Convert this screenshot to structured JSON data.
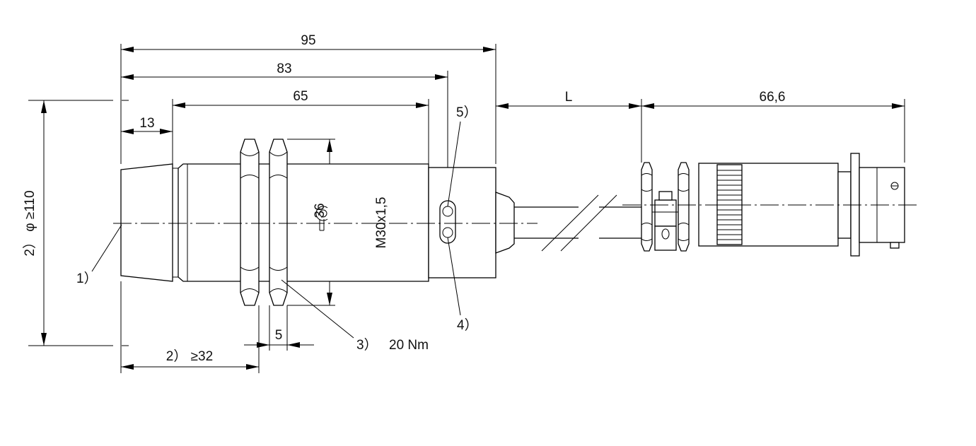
{
  "dimensions": {
    "overall_length": "95",
    "length_83": "83",
    "thread_length": "65",
    "length_13": "13",
    "cable_length": "L",
    "connector_length": "66,6",
    "wrench_size": "36",
    "thread_designation": "M30x1,5",
    "nut_width": "5",
    "clearance_diameter": "2） φ ≥110",
    "clearance_length": "2） ≥32"
  },
  "callouts": {
    "c1": "1）",
    "c3": "3）",
    "c4": "4）",
    "c5": "5）"
  },
  "torque": "20 Nm",
  "colors": {
    "line": "#000000",
    "background": "#ffffff"
  }
}
